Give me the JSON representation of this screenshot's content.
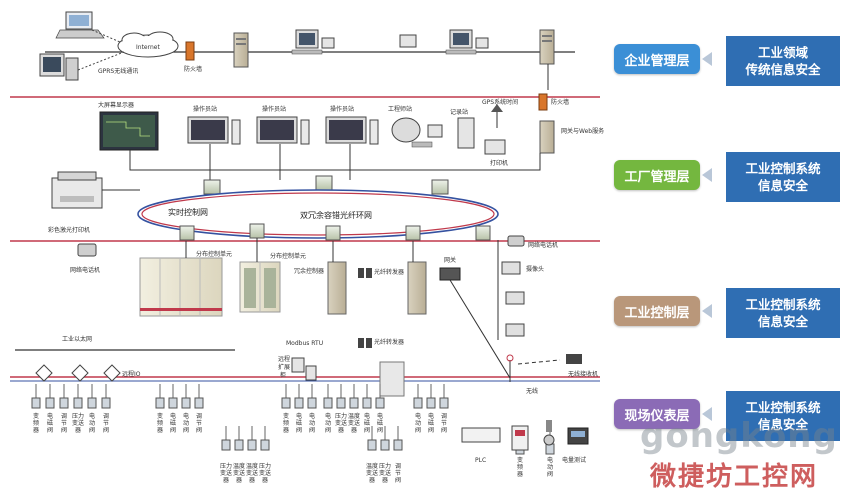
{
  "layers": [
    {
      "name": "企业管理层",
      "desc": [
        "工业领域",
        "传统信息安全"
      ],
      "color": "#3b8fd6"
    },
    {
      "name": "工厂管理层",
      "desc": [
        "工业控制系统",
        "信息安全"
      ],
      "color": "#74b73f"
    },
    {
      "name": "工业控制层",
      "desc": [
        "工业控制系统",
        "信息安全"
      ],
      "color": "#b9977a"
    },
    {
      "name": "现场仪表层",
      "desc": [
        "工业控制系统",
        "信息安全"
      ],
      "color": "#8b6bb6"
    }
  ],
  "enterprise": {
    "internet": "Internet",
    "gprs": "GPRS无线通讯",
    "firewall": "防火墙"
  },
  "factory": {
    "big_screen": "大屏幕显示器",
    "op1": "操作员站",
    "op2": "操作员站",
    "op3": "操作员站",
    "eng": "工程师站",
    "record": "记录站",
    "gps_time": "GPS系统时间",
    "firewall": "防火墙",
    "gateway": "网关与Web服务",
    "printer": "打印机",
    "color_printer": "彩色激光打印机"
  },
  "network": {
    "realtime": "实时控制网",
    "ring": "双冗余容错光纤环网"
  },
  "control": {
    "net_phone_left": "网络电话机",
    "net_phone_right": "网络电话机",
    "dcu1": "分布控制单元",
    "dcu2": "分布控制单元",
    "redundant_ctrl": "冗余控制器",
    "fiber1": "光纤转发器",
    "fiber2": "光纤转发器",
    "gateway": "网关",
    "camera": "摄像头",
    "ethernet": "工业以太网",
    "modbus": "Modbus RTU",
    "remote_ext": [
      "远程",
      "扩展",
      "柜"
    ],
    "remote_io": "远程IO",
    "wireless": "无线",
    "wireless_rx": "无线接收机"
  },
  "field": {
    "g1": [
      [
        "变",
        "频",
        "器"
      ],
      [
        "电",
        "磁",
        "阀"
      ],
      [
        "调",
        "节",
        "阀"
      ],
      [
        "压力",
        "变送",
        "器"
      ],
      [
        "电",
        "动",
        "阀"
      ],
      [
        "调",
        "节",
        "阀"
      ]
    ],
    "g2": [
      [
        "变",
        "频",
        "器"
      ],
      [
        "电",
        "磁",
        "阀"
      ],
      [
        "电",
        "动",
        "阀"
      ],
      [
        "调",
        "节",
        "阀"
      ]
    ],
    "g2b": [
      [
        "压力",
        "变送",
        "器"
      ],
      [
        "温度",
        "变送",
        "器"
      ],
      [
        "温度",
        "变送",
        "器"
      ],
      [
        "压力",
        "变送",
        "器"
      ]
    ],
    "g3": [
      [
        "变",
        "频",
        "器"
      ],
      [
        "电",
        "磁",
        "阀"
      ],
      [
        "电",
        "动",
        "阀"
      ]
    ],
    "g3b": [
      [
        "电",
        "动",
        "阀"
      ],
      [
        "压力",
        "变送",
        "器"
      ],
      [
        "温度",
        "变送",
        "器"
      ],
      [
        "电",
        "磁",
        "阀"
      ],
      [
        "电",
        "磁",
        "阀"
      ]
    ],
    "g4": [
      [
        "温度",
        "变送",
        "器"
      ],
      [
        "压力",
        "变送",
        "器"
      ],
      [
        "调",
        "节",
        "阀"
      ]
    ],
    "g5": [
      [
        "电",
        "动",
        "阀"
      ],
      [
        "电",
        "磁",
        "阀"
      ],
      [
        "调",
        "节",
        "阀"
      ]
    ],
    "plc": "PLC",
    "vfd": [
      "变",
      "频",
      "器"
    ],
    "motor_valve": [
      "电",
      "动",
      "阀"
    ],
    "power_test": "电量测试"
  },
  "watermark": {
    "line1": "gongkong",
    "line2": "微捷坊工控网"
  }
}
